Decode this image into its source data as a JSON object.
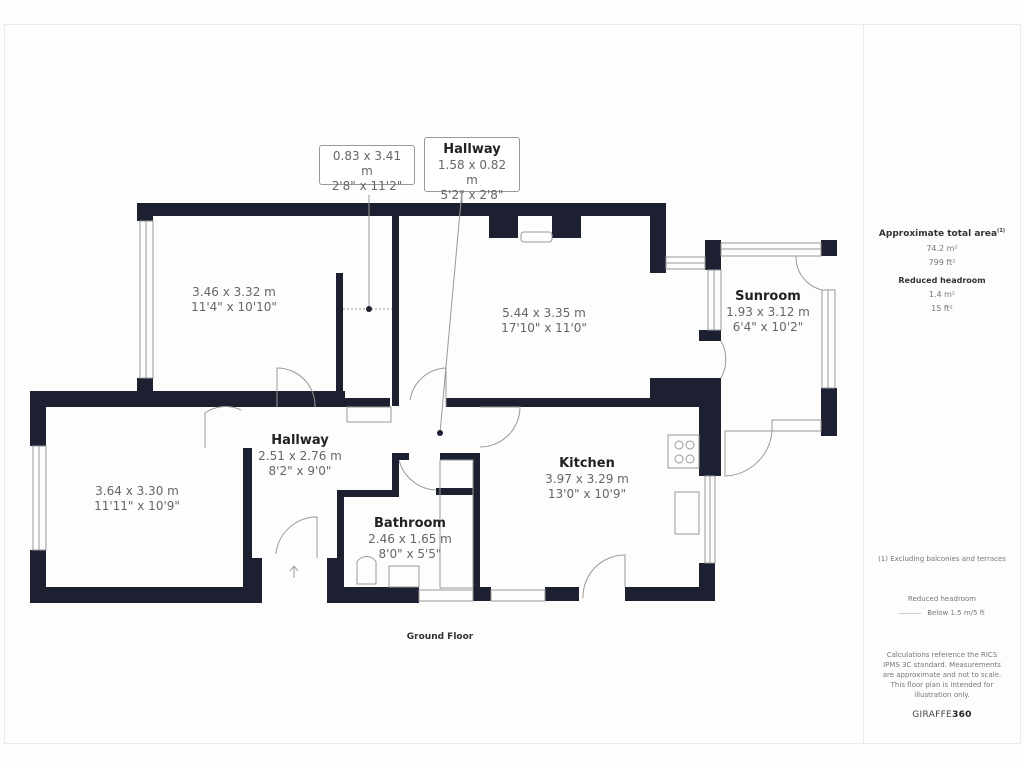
{
  "floor_label": "Ground Floor",
  "callouts": [
    {
      "id": "cupboard",
      "title": "",
      "metric": "0.83 x 3.41 m",
      "imperial": "2'8\" x 11'2\""
    },
    {
      "id": "hallway-small",
      "title": "Hallway",
      "metric": "1.58 x 0.82 m",
      "imperial": "5'2\" x 2'8\""
    }
  ],
  "rooms": {
    "bedroom1": {
      "title": "",
      "metric": "3.46 x 3.32 m",
      "imperial": "11'4\" x 10'10\""
    },
    "living": {
      "title": "",
      "metric": "5.44 x 3.35 m",
      "imperial": "17'10\" x 11'0\""
    },
    "sunroom": {
      "title": "Sunroom",
      "metric": "1.93 x 3.12 m",
      "imperial": "6'4\" x 10'2\""
    },
    "bedroom2": {
      "title": "",
      "metric": "3.64 x 3.30 m",
      "imperial": "11'11\" x 10'9\""
    },
    "hallway": {
      "title": "Hallway",
      "metric": "2.51 x 2.76 m",
      "imperial": "8'2\" x 9'0\""
    },
    "kitchen": {
      "title": "Kitchen",
      "metric": "3.97 x 3.29 m",
      "imperial": "13'0\" x 10'9\""
    },
    "bathroom": {
      "title": "Bathroom",
      "metric": "2.46 x 1.65 m",
      "imperial": "8'0\" x 5'5\""
    }
  },
  "sidebar": {
    "area_title": "Approximate total area",
    "area_note_mark": "(1)",
    "area_m2": "74.2 m²",
    "area_ft2": "799 ft²",
    "reduced_title": "Reduced headroom",
    "reduced_m2": "1.4 m²",
    "reduced_ft2": "15 ft²",
    "footnote": "(1) Excluding balconies and terraces",
    "legend_title": "Reduced headroom",
    "legend_item": "Below 1.5 m/5 ft",
    "disclaimer": "Calculations reference the RICS IPMS 3C standard. Measurements are approximate and not to scale. This floor plan is intended for illustration only.",
    "brand_a": "GIRAFFE",
    "brand_b": "360"
  },
  "colors": {
    "wall": "#1c2030",
    "text": "#666666",
    "title": "#222222",
    "border": "#ebe8ee"
  }
}
